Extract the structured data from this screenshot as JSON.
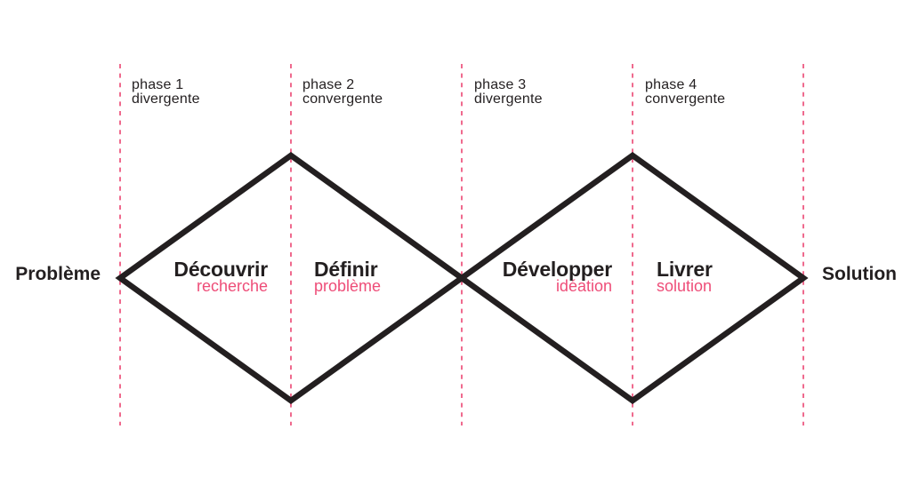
{
  "colors": {
    "ink": "#231f20",
    "pink": "#ee4d78",
    "pink_dash": "#ef6a8e"
  },
  "endpoints": {
    "left": "Problème",
    "right": "Solution"
  },
  "phases": [
    {
      "name": "phase 1",
      "mode": "divergente"
    },
    {
      "name": "phase 2",
      "mode": "convergente"
    },
    {
      "name": "phase 3",
      "mode": "divergente"
    },
    {
      "name": "phase 4",
      "mode": "convergente"
    }
  ],
  "stages": [
    {
      "title": "Découvrir",
      "subtitle": "recherche"
    },
    {
      "title": "Définir",
      "subtitle": "problème"
    },
    {
      "title": "Développer",
      "subtitle": "idéation"
    },
    {
      "title": "Livrer",
      "subtitle": "solution"
    }
  ]
}
